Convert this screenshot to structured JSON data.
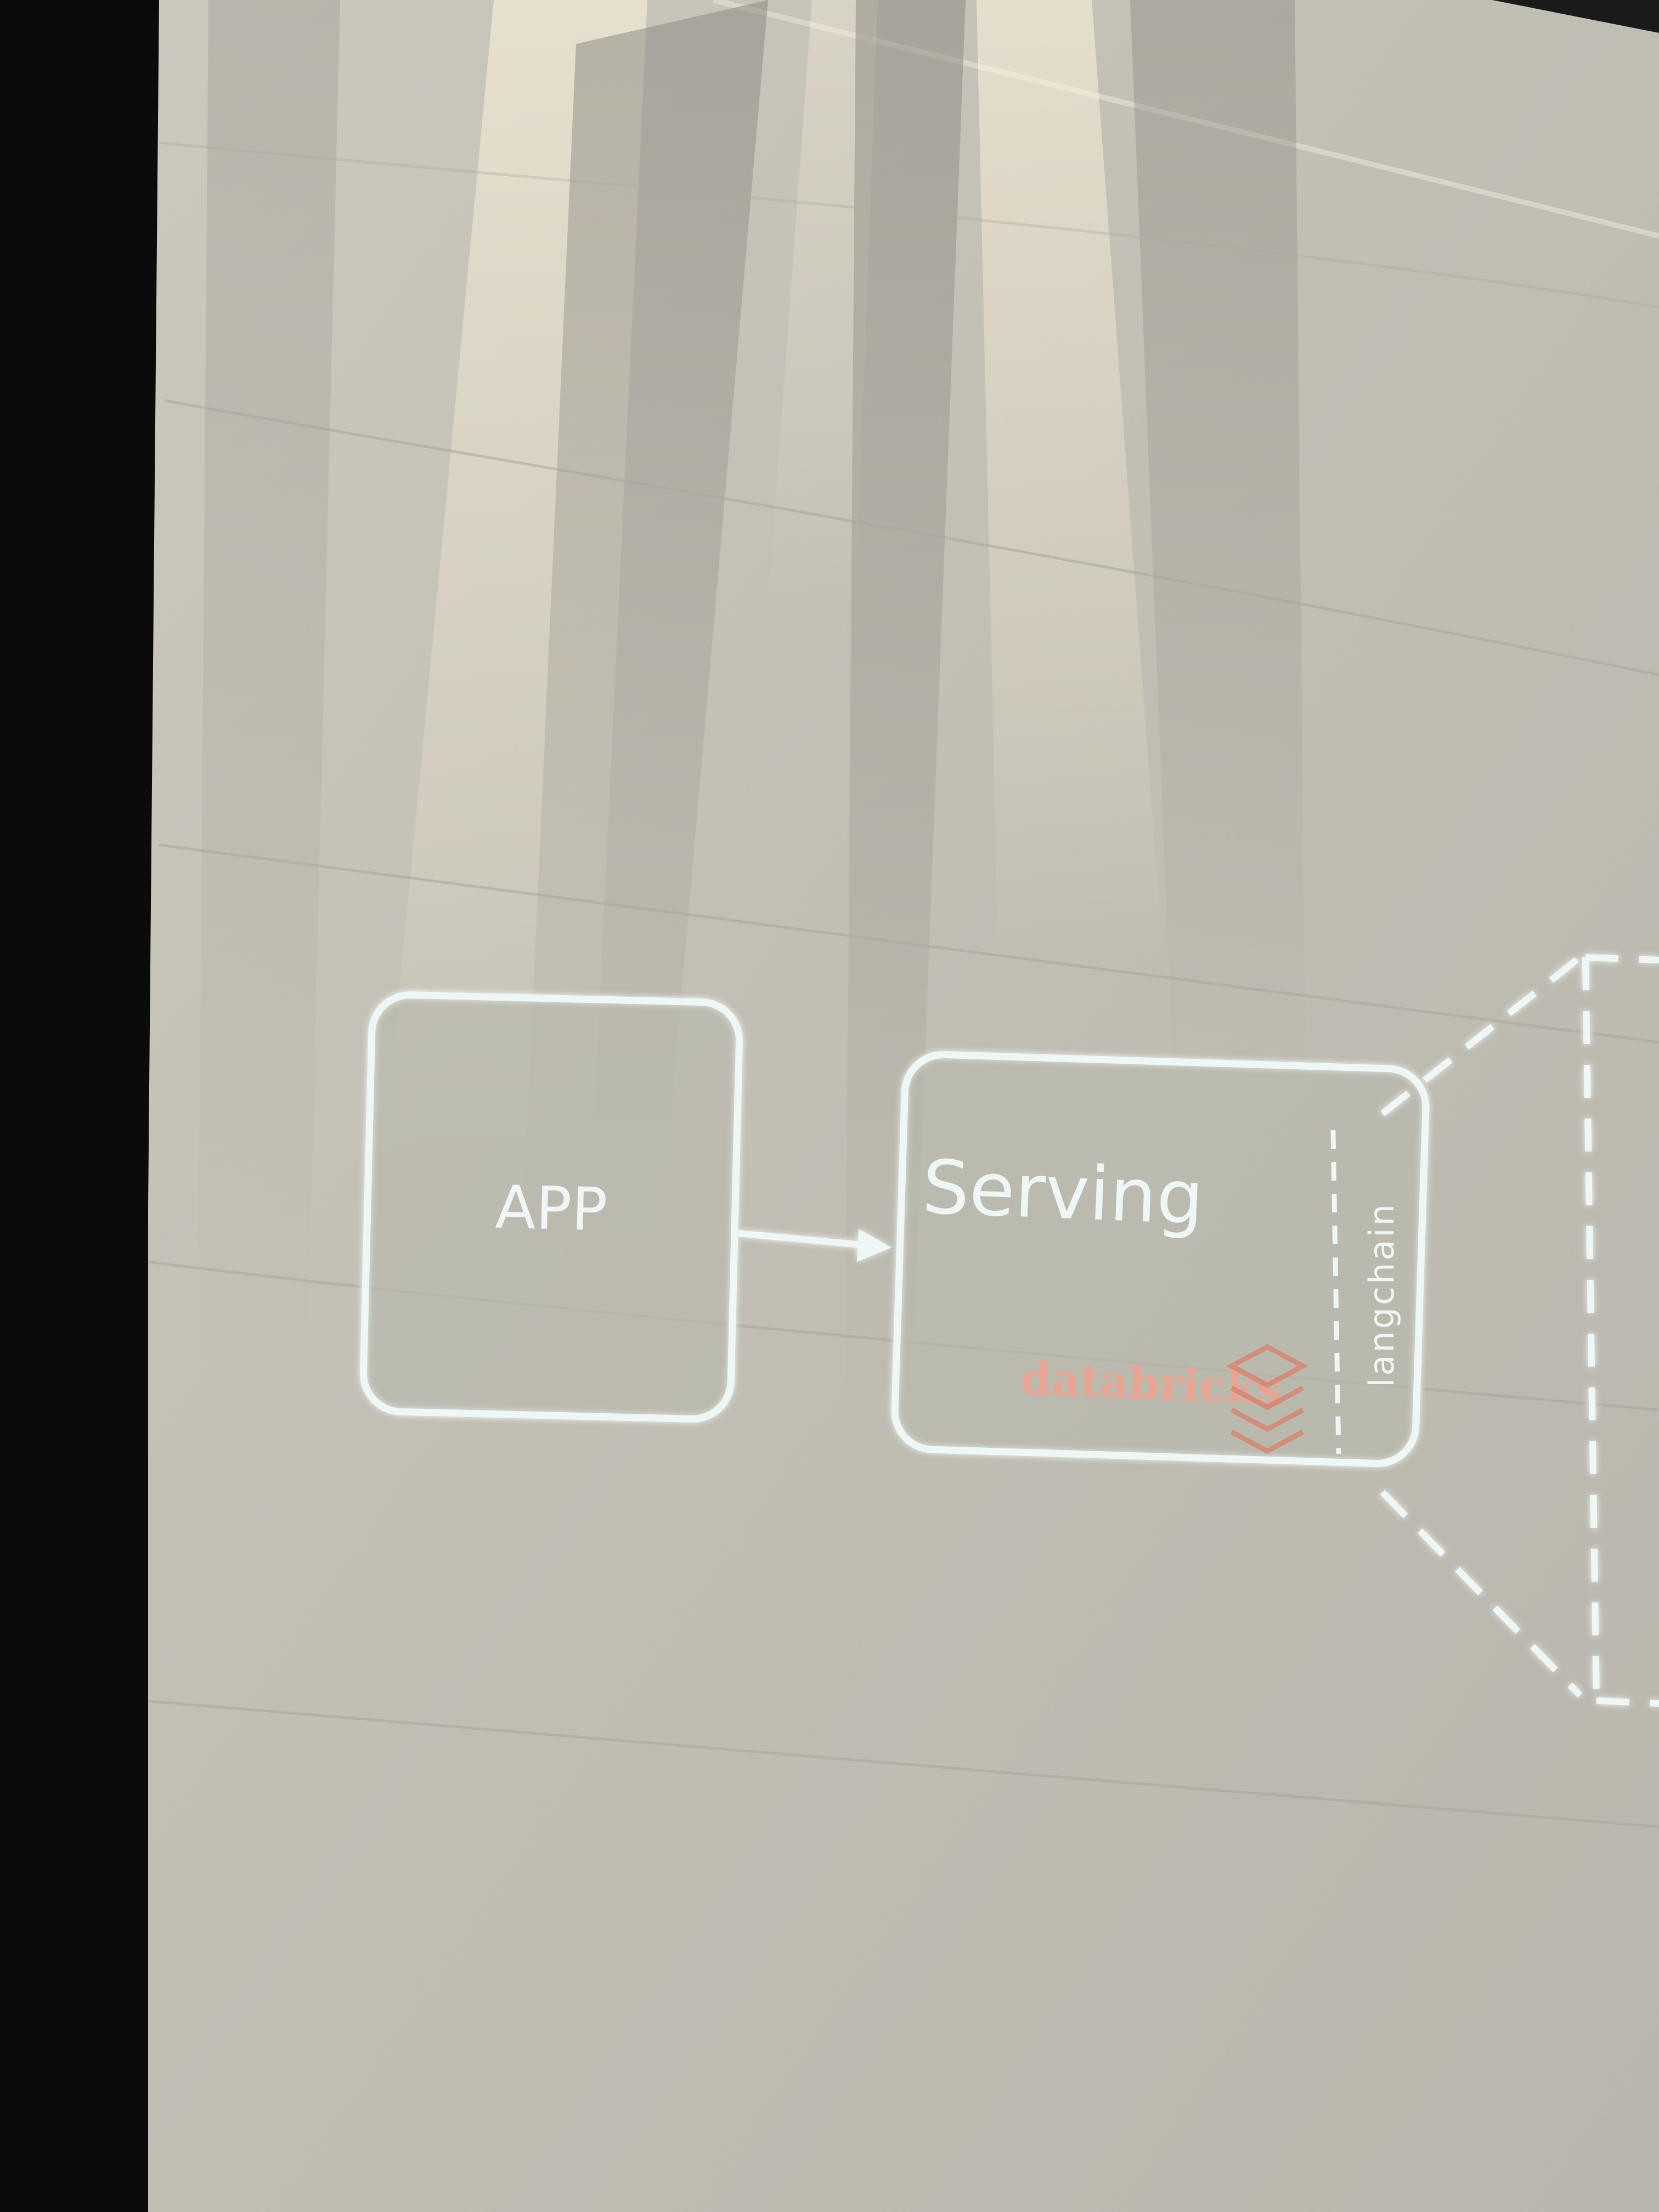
{
  "diagram": {
    "app_label": "APP",
    "serving_label": "Serving",
    "langchain_label": "langchain",
    "databricks_label": "databricks"
  },
  "colors": {
    "screen": "#c3c0b6",
    "screen_edge_dark": "#0b0b0b",
    "box_stroke": "#eef7f5",
    "box_fill": "#b8b7ae",
    "databricks_brand": "#e8a593",
    "databricks_logo": "#d7856f"
  }
}
